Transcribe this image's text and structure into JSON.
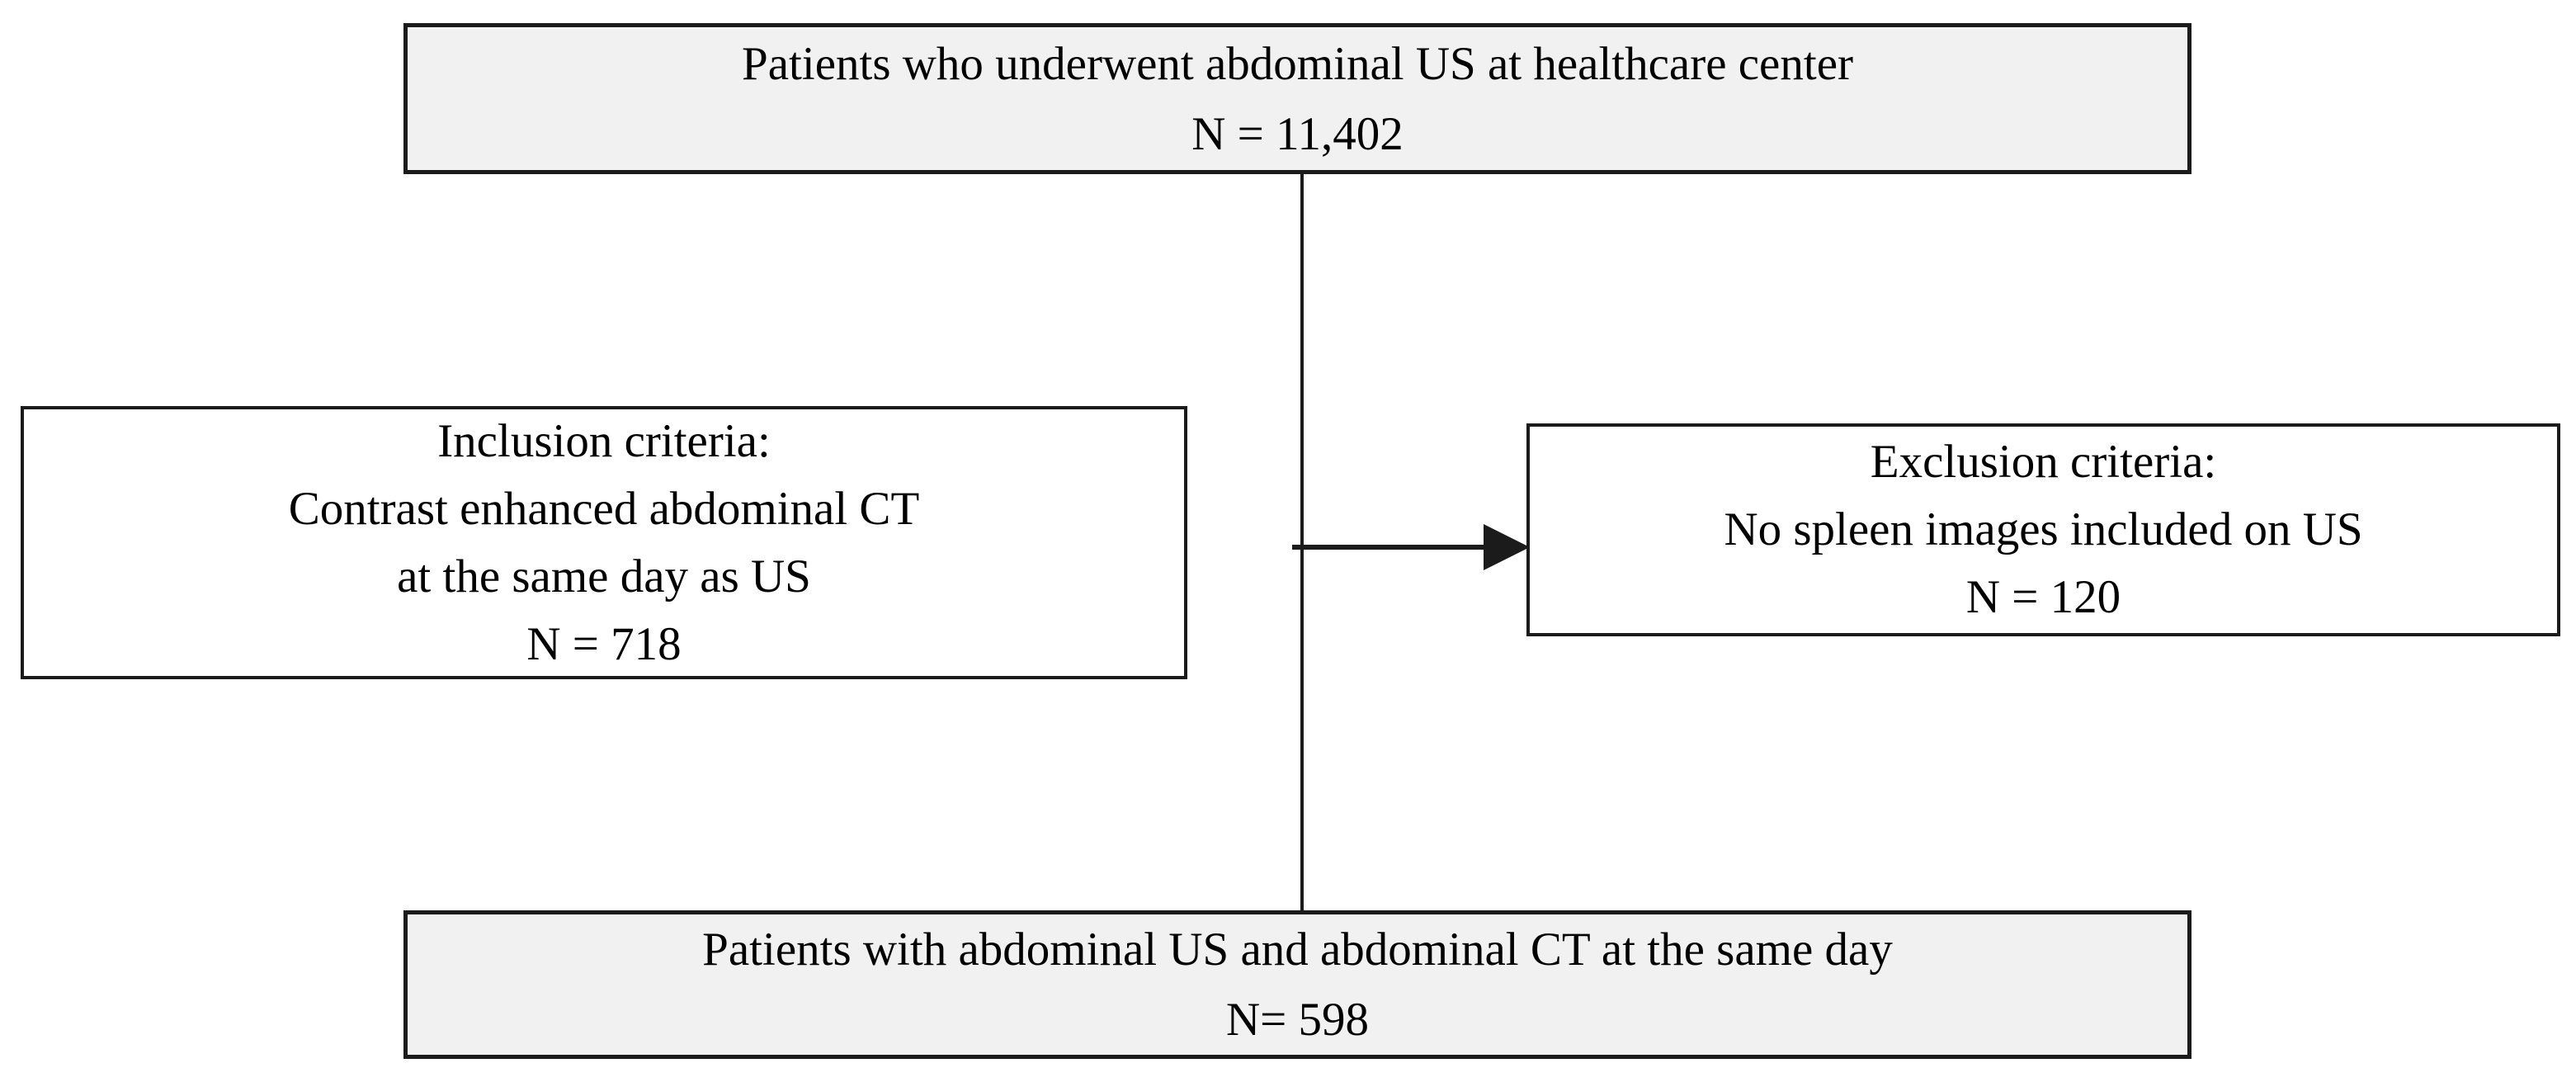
{
  "diagram": {
    "type": "flowchart",
    "description": "Patient selection flow diagram for abdominal US and CT study",
    "colors": {
      "background": "#ffffff",
      "shaded_box_fill": "#f1f1f1",
      "plain_box_fill": "#ffffff",
      "border": "#1b1b1b",
      "connector": "#1b1b1b",
      "text": "#000000"
    },
    "nodes": {
      "source": {
        "lines": [
          "Patients who underwent abdominal US at healthcare center",
          "N = 11,402"
        ],
        "count": 11402
      },
      "inclusion": {
        "lines": [
          "Inclusion criteria:",
          "Contrast enhanced abdominal CT",
          "at the same day as US",
          "N = 718"
        ],
        "count": 718
      },
      "exclusion": {
        "lines": [
          "Exclusion criteria:",
          "No spleen images included on US",
          "N = 120"
        ],
        "count": 120
      },
      "final": {
        "lines": [
          "Patients with abdominal US and abdominal CT at the same day",
          "N= 598"
        ],
        "count": 598
      }
    },
    "edges": [
      {
        "from": "source",
        "to": "final",
        "style": "vertical-line",
        "arrowhead": false
      },
      {
        "from": "source-final-line",
        "to": "exclusion",
        "style": "horizontal-arrow",
        "arrowhead": true
      }
    ]
  }
}
